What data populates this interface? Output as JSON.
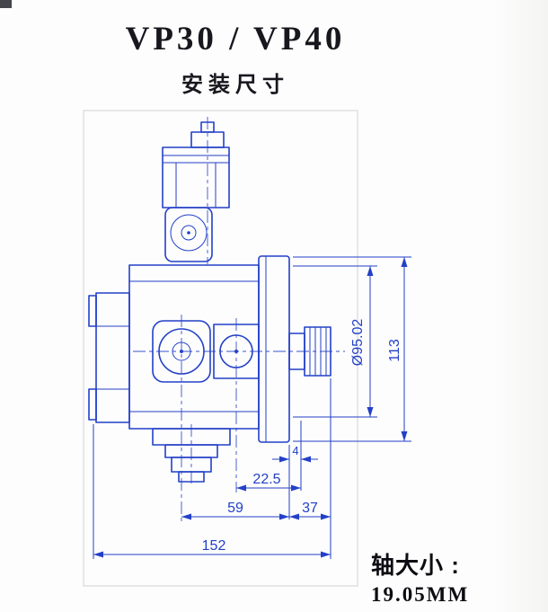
{
  "header": {
    "title": "VP30 / VP40",
    "subtitle": "安装尺寸"
  },
  "drawing": {
    "subject": "vane-pump-side-view-installation-drawing",
    "colors": {
      "line": "#2340c8",
      "title_text": "#17171e",
      "frame": "#e0e0e0"
    },
    "dimensions": {
      "pilot_diameter": "Ø95.02",
      "flange_height": "113",
      "pilot_depth": "4",
      "port_offset": "22.5",
      "body_length": "59",
      "shaft_length": "37",
      "overall_length": "152"
    }
  },
  "footer": {
    "shaft_label": "轴大小 :",
    "shaft_size": "19.05MM"
  }
}
